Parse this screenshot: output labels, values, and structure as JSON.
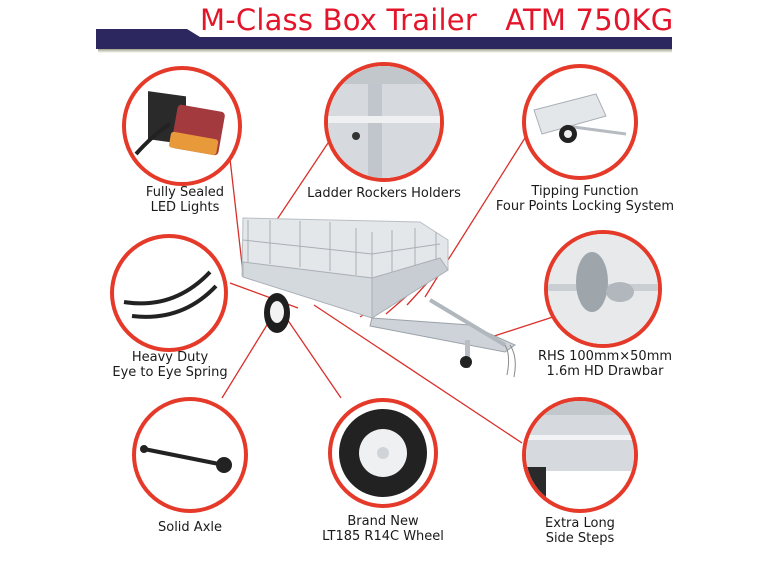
{
  "header": {
    "title": "M-Class Box Trailer   ATM 750KG",
    "title_color": "#e3152b",
    "banner_color": "#2d2760"
  },
  "accent_color": "#e53a2a",
  "features": [
    {
      "id": "led",
      "icon": "led-tail-light-icon",
      "line1": "Fully Sealed",
      "line2": "LED Lights"
    },
    {
      "id": "ladder",
      "icon": "ladder-rack-holder-icon",
      "line1": "Ladder Rockers Holders",
      "line2": ""
    },
    {
      "id": "tipping",
      "icon": "tipping-trailer-icon",
      "line1": "Tipping Function",
      "line2": "Four Points Locking System"
    },
    {
      "id": "spring",
      "icon": "leaf-spring-icon",
      "line1": "Heavy Duty",
      "line2": "Eye to Eye Spring"
    },
    {
      "id": "drawbar",
      "icon": "drawbar-coupling-icon",
      "line1": "RHS 100mm×50mm",
      "line2": "1.6m HD Drawbar"
    },
    {
      "id": "axle",
      "icon": "solid-axle-icon",
      "line1": "Solid Axle",
      "line2": ""
    },
    {
      "id": "wheel",
      "icon": "wheel-icon",
      "line1": "Brand New",
      "line2": "LT185 R14C Wheel"
    },
    {
      "id": "steps",
      "icon": "side-steps-icon",
      "line1": "Extra Long",
      "line2": "Side Steps"
    }
  ]
}
